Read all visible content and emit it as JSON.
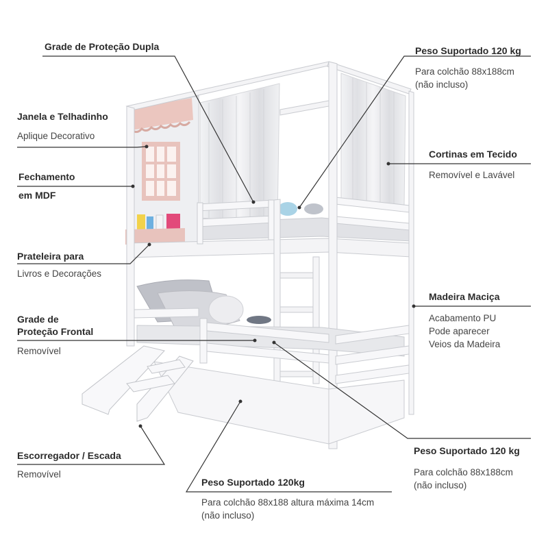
{
  "annotations": {
    "grade_dupla": {
      "title": "Grade de Proteção Dupla"
    },
    "janela": {
      "title": "Janela e Telhadinho",
      "sub": "Aplique Decorativo"
    },
    "fechamento": {
      "title_1": "Fechamento",
      "title_2": "em MDF"
    },
    "prateleira": {
      "title": "Prateleira para",
      "sub": "Livros e Decorações"
    },
    "grade_frontal": {
      "title_1": "Grade de",
      "title_2": "Proteção Frontal",
      "sub": "Removível"
    },
    "escorregador": {
      "title": "Escorregador / Escada",
      "sub": "Removível"
    },
    "peso_top": {
      "title": "Peso Suportado 120 kg",
      "sub_1": "Para colchão 88x188cm",
      "sub_2": "(não incluso)"
    },
    "cortinas": {
      "title": "Cortinas em Tecido",
      "sub": "Removível e Lavável"
    },
    "madeira": {
      "title": "Madeira Maciça",
      "sub_1": "Acabamento PU",
      "sub_2": "Pode aparecer",
      "sub_3": "Veios da Madeira"
    },
    "peso_bottom": {
      "title": "Peso Suportado 120 kg",
      "sub_1": "Para colchão 88x188cm",
      "sub_2": "(não incluso)"
    },
    "peso_gaveta": {
      "title": "Peso Suportado 120kg",
      "sub_1": "Para colchão 88x188 altura máxima 14cm",
      "sub_2": "(não incluso)"
    }
  },
  "colors": {
    "wood_white": "#f4f4f6",
    "edge": "#c9cbd0",
    "pink": "#e8c3bd",
    "curtain": "#e6e7ea",
    "leader": "#333333"
  }
}
